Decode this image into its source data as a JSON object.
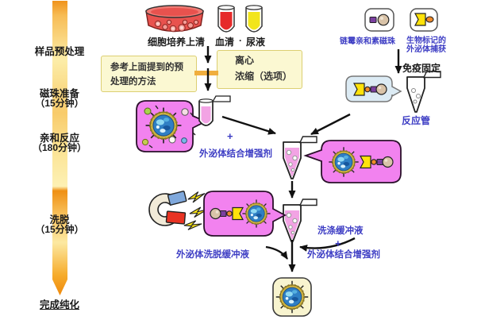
{
  "stages": {
    "s1": "样品预处理",
    "s2": "磁珠准备",
    "s2_time": "（15分钟）",
    "s3": "亲和反应",
    "s3_time": "（180分钟）",
    "s4": "洗脱",
    "s4_time": "（15分钟）",
    "s5": "完成纯化"
  },
  "samples": {
    "dish": "细胞培养上清",
    "serum": "血清",
    "dot": "·",
    "urine": "尿液"
  },
  "pretreatment": {
    "note_line1": "参考上面提到的预",
    "note_line2": "处理的方法",
    "centrifuge": "离心",
    "concentrate": "浓缩（选项）"
  },
  "capture": {
    "streptavidin": "链霉亲和素磁珠",
    "biotin_line1": "生物标记的",
    "biotin_line2": "外泌体捕获",
    "immobilize": "免疫固定",
    "reaction_tube": "反应管"
  },
  "reagents": {
    "plus": "+",
    "binding_enhancer": "外泌体结合增强剂",
    "wash_buffer": "洗涤缓冲液",
    "elution_buffer": "外泌体洗脱缓冲液"
  },
  "colors": {
    "bar_orange": "#F0931B",
    "note_yellow": "#FBF8D2",
    "bubble_pink": "#F282EF",
    "bubble_blue": "#DCEBF4",
    "label_blue": "#3D3DC4",
    "serum_red": "#E62A2A",
    "urine_yellow": "#F2E51C",
    "final_box_cream": "#F8F4CF"
  }
}
